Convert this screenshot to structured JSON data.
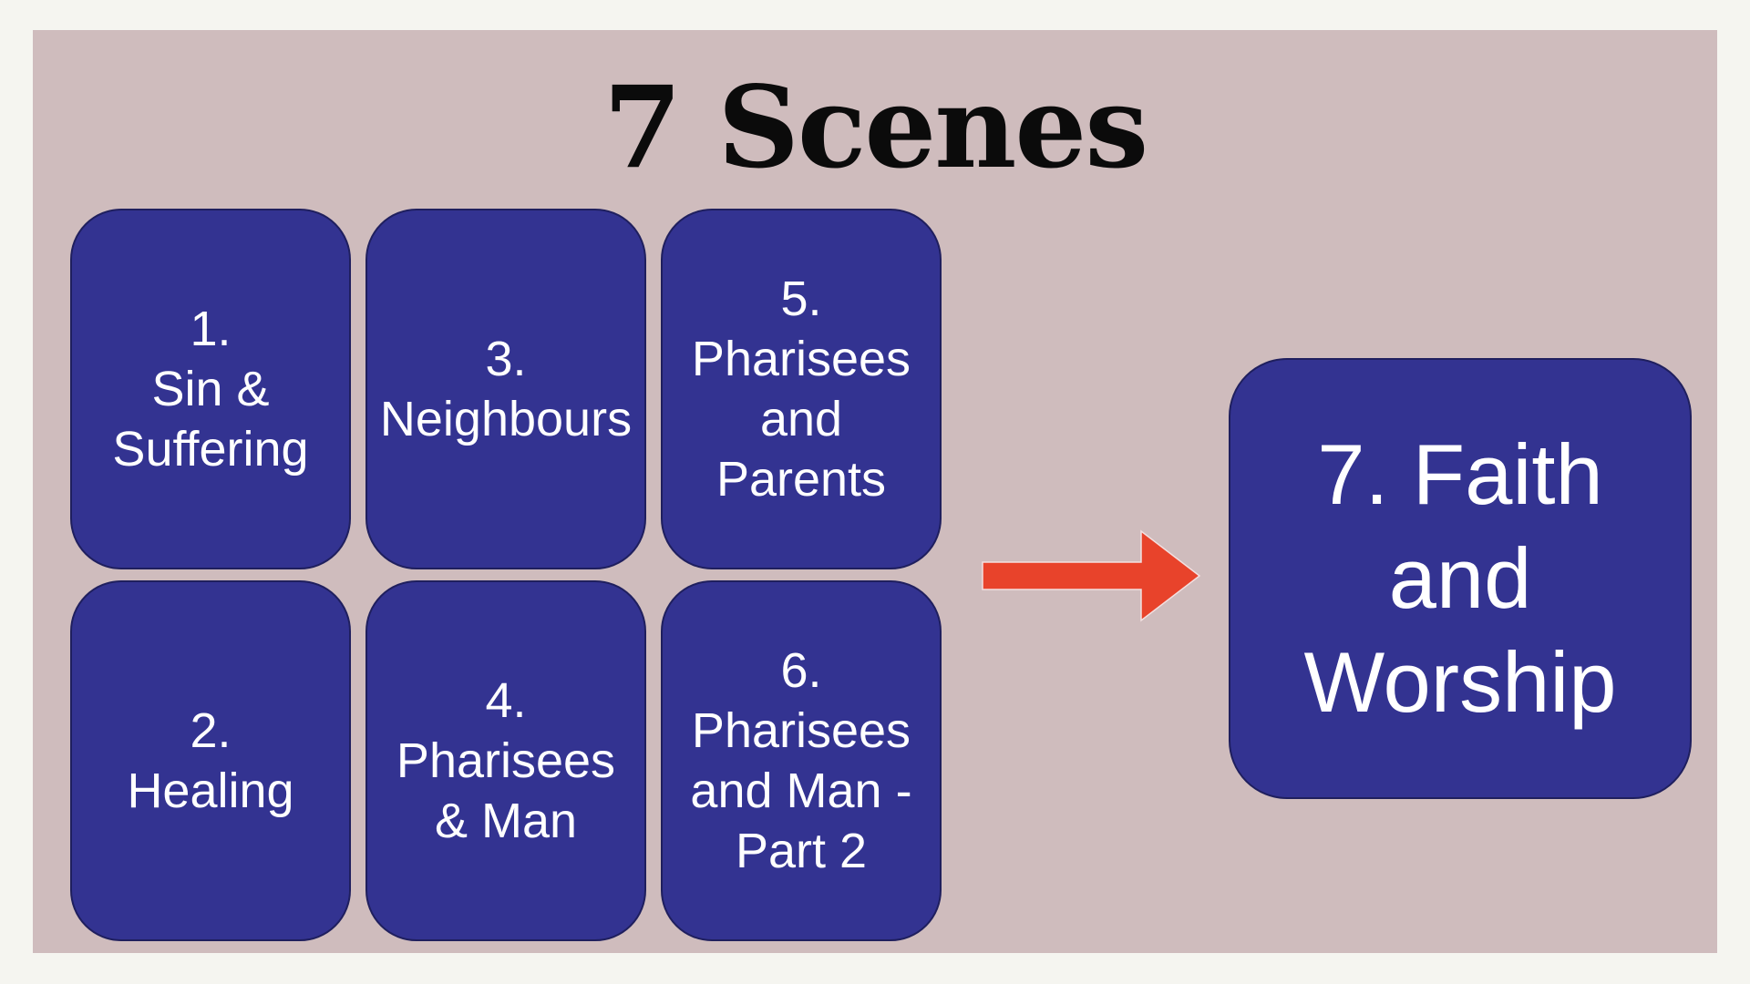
{
  "slide": {
    "title": "7 Scenes",
    "background_color": "#cfbcbd",
    "tile_color": "#333391",
    "arrow_color": "#e8432b"
  },
  "scenes": [
    {
      "text": "1.\nSin &\nSuffering"
    },
    {
      "text": "2.\nHealing"
    },
    {
      "text": "3.\nNeighbours"
    },
    {
      "text": "4.\nPharisees\n& Man"
    },
    {
      "text": "5.\nPharisees\nand\nParents"
    },
    {
      "text": "6.\nPharisees\nand Man  -\nPart 2"
    }
  ],
  "final_scene": {
    "text": "7. Faith\nand\nWorship"
  },
  "icons": {
    "arrow": "arrow-right-icon"
  }
}
